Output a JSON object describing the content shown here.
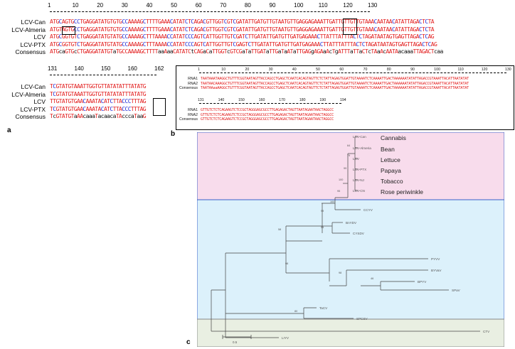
{
  "panel_a": {
    "label": "a",
    "ruler1_ticks": [
      "1",
      "10",
      "20",
      "30",
      "40",
      "50",
      "60",
      "70",
      "80",
      "90",
      "100",
      "110",
      "120",
      "130"
    ],
    "rows1": [
      {
        "name": "LCV-Can",
        "seq": "ATGCAGTGCCTGAGGATATGTGTGCCAAAAGCTTTTGAAACATATCTCAGACGTTGGTCGTCGATATTGATGTTGTAATGTTGAGGAGAAATTGATTGTTGTTGTAAACAATAACATATTAGACTCTA"
      },
      {
        "name": "LCV-Almeria",
        "seq": "ATGTAGTGCCTGAGGATATGTGTGCCAAAAGCTTTTGAAACATATCTCAGACGTTGGTCGTCGATATTGATGTTGTAATGTTGAGGAGAAATTGATTGTTGTTGTAAACAATAACATATTAGACTCTA"
      },
      {
        "name": "LCV",
        "seq": "ATGCGGTGTCTGAGGATATGTATGCCAAAAGCTTTAAAACCATATCCCAGTCATTGGTTGTCGATCTTGATATTGATGTTGATGAGAAACTTATTTATTTACTCTAGATAATAGTGAGTTAGACTCAG"
      },
      {
        "name": "LCV-PTX",
        "seq": "ATGCGGTGTCTGAGGATATGTATGCCAAAAGCTTTAAAACCATATCCCAGTCATTGGTTGTCGAGTCTTGATATTGATGTTGATGAGAAACTTATTTATTTACTCTAGATAATAGTGAGTTAGACTCAG"
      },
      {
        "name": "Consensus",
        "seq": "ATGcaGTGcCTGAGGATATGTaTGCCAAAAGCTTTTaaAaaCATATCtCAGaCaTTGGTcGTCGaTaTTGATaTTGaTaATaTTGAGgAGAaAcTgATTTaTTaCTcTAaAcAATAacaaaTTAGACTcaa"
      }
    ],
    "ruler2_ticks": [
      "131",
      "140",
      "150",
      "160",
      "162"
    ],
    "rows2": [
      {
        "name": "LCV-Can",
        "seq": "TCGTATGTAAATTGGTGTTATATATTTATATG"
      },
      {
        "name": "LCV-Almeria",
        "seq": "TCGTATGTAAATTGGTGTTATATATTTATATG"
      },
      {
        "name": "LCV",
        "seq": "TTGTATGTGAACAAATACATCTTACCCTTTAG"
      },
      {
        "name": "LCV-PTX",
        "seq": "TCGTATGTGAACAAATACATCTTACCCTTTAG"
      },
      {
        "name": "Consensus",
        "seq": "TcGTATGTaAAcaaaTacaacaTAcccaTaaG"
      }
    ]
  },
  "panel_b": {
    "label": "b",
    "ruler1_ticks": [
      "1",
      "10",
      "20",
      "30",
      "40",
      "50",
      "60",
      "70",
      "80",
      "90",
      "100",
      "110",
      "120",
      "130"
    ],
    "rows1": [
      {
        "name": "RNA1",
        "seq": "TAATAAATAAGGCTGTTTCGGTAATAGTTACCAGCCTGAGCTCAATCACAGTAGTTCTCTATTAGAGTGGATTGTAAAATCTCAAAATTGACTAAAAAATATATTAGACCGTAAATTACATTAATATAT"
      },
      {
        "name": "RNA2",
        "seq": "TAATAACAAAGGCTGTTTCGGTAATAGTTACCAGCCTGAGCTCAATCACAGTAGTTCTCTATTAGAGTGGATTGTAAAATCTCAAAATTGACTAAAAAATATATTAGACCGTAAATTACATTAATATAT"
      },
      {
        "name": "Consensus",
        "seq": "TAATAAaaAAGGCTGTTTCGGTAATAGTTACCAGCCTGAGCTCAATCACAGTAGTTCTCTATTAGAGTGGATTGTAAAATCTCAAAATTGACTAAAAAATATATTAGACCGTAAATTACATTAATATAT"
      }
    ],
    "ruler2_ticks": [
      "131",
      "140",
      "150",
      "160",
      "170",
      "180",
      "190",
      "194"
    ],
    "rows2": [
      {
        "name": "RNA1",
        "seq": "GTTGTCTCTCAGAAGTCTCCGCTAGGGAGCGCCTTGAGAGACTAGTTAATAGAATAACTAGGCC"
      },
      {
        "name": "RNA2",
        "seq": "GTTGTCTCTCAGAAGTCTCCGCTAGGGAGCGCCTTGAGAGACTAGTTAATAGAATAACTAGGCC"
      },
      {
        "name": "Consensus",
        "seq": "GTTGTCTCTCAGAAGTCTCCGCTAGGGAGCGCCTTGAGAGACTAGTTAATAGAATAACTAGGCC"
      }
    ]
  },
  "panel_c": {
    "label": "c",
    "taxa": [
      {
        "name": "LCV-Can",
        "host": "Cannabis"
      },
      {
        "name": "LCV-Almeria",
        "host": "Bean"
      },
      {
        "name": "LCV",
        "host": "Lettuce"
      },
      {
        "name": "LCV-PTX",
        "host": "Papaya"
      },
      {
        "name": "LCV-NJ",
        "host": "Tobacco"
      },
      {
        "name": "LCV-CN",
        "host": "Rose periwinkle"
      },
      {
        "name": "CCYV",
        "host": ""
      },
      {
        "name": "BnYDV",
        "host": ""
      },
      {
        "name": "CYSDV",
        "host": ""
      },
      {
        "name": "PYVV",
        "host": ""
      },
      {
        "name": "BYVaV",
        "host": ""
      },
      {
        "name": "BPYV",
        "host": ""
      },
      {
        "name": "SPaV",
        "host": ""
      },
      {
        "name": "TaCV",
        "host": ""
      },
      {
        "name": "SPCSV",
        "host": ""
      },
      {
        "name": "LIYV",
        "host": ""
      },
      {
        "name": "CTV",
        "host": ""
      }
    ],
    "bootstrap": [
      "64",
      "79",
      "99",
      "100",
      "95",
      "100",
      "99",
      "55",
      "58",
      "98",
      "98",
      "46",
      "80"
    ],
    "scale_label": "0.5",
    "colors": {
      "pink": "#f8dcec",
      "blue": "#dcf1fb",
      "green": "#e9efe2",
      "branch": "#444444"
    }
  }
}
